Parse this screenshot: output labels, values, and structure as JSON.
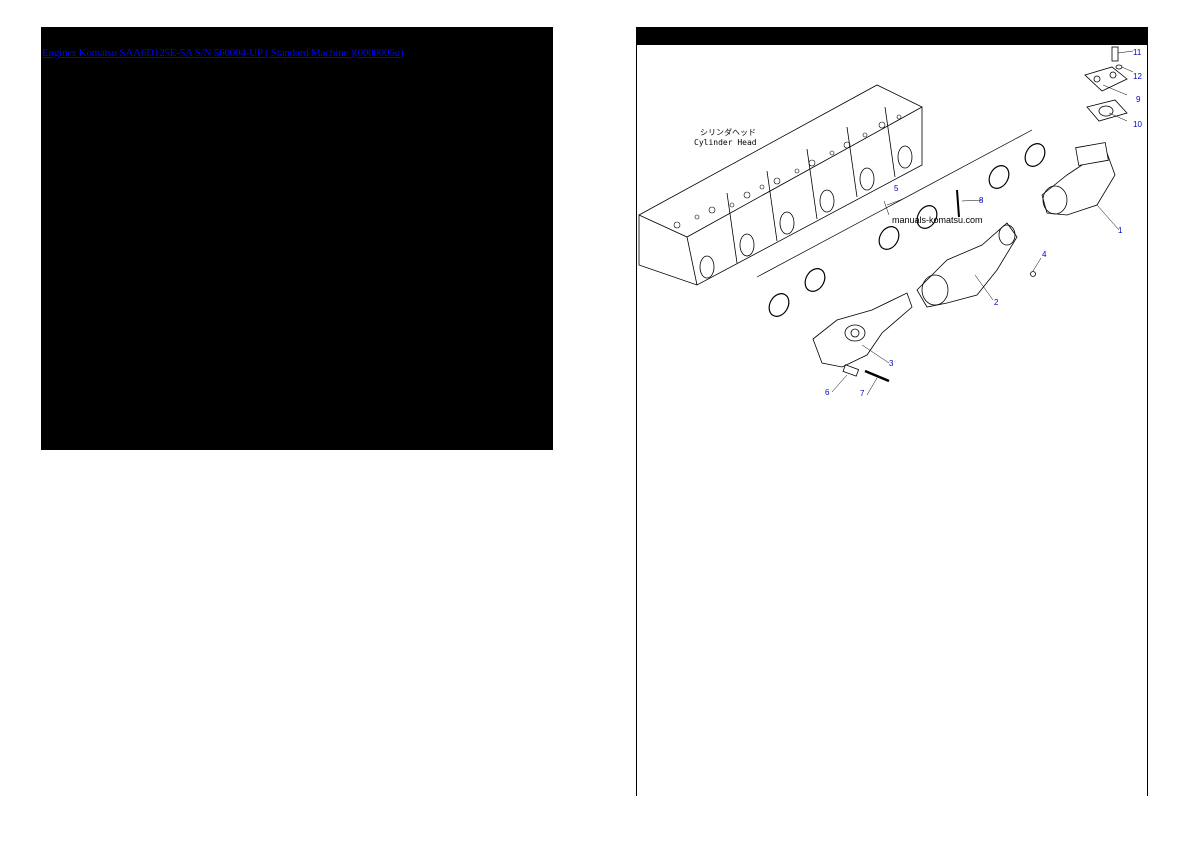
{
  "left_panel": {
    "breadcrumb_link": "Engines Komatsu SAA6D125E-5A S/N 560004-UP ( Standard Machine )(0000005u)",
    "background": "#000000",
    "link_color": "#0000ff"
  },
  "right_panel": {
    "diagram": {
      "title_jp": "シリンダヘッド",
      "title_en": "Cylinder Head",
      "watermark": "manuals-komatsu.com",
      "callouts": [
        "1",
        "2",
        "3",
        "4",
        "5",
        "6",
        "7",
        "8",
        "9",
        "10",
        "11",
        "12"
      ],
      "callout_color": "#0000cc"
    }
  }
}
